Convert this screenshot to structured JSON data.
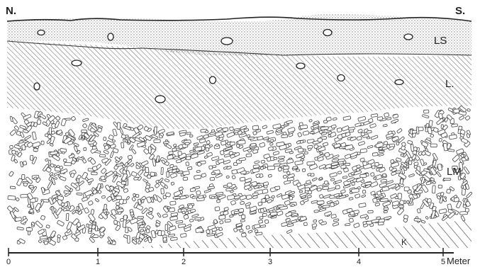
{
  "orientation": {
    "left": "N.",
    "right": "S."
  },
  "layers": {
    "top": "LS",
    "middle": "L.",
    "bottom": "LM",
    "base": "K"
  },
  "scale": {
    "ticks": [
      "0",
      "1",
      "2",
      "3",
      "4",
      "5"
    ],
    "unit": "Meter"
  }
}
